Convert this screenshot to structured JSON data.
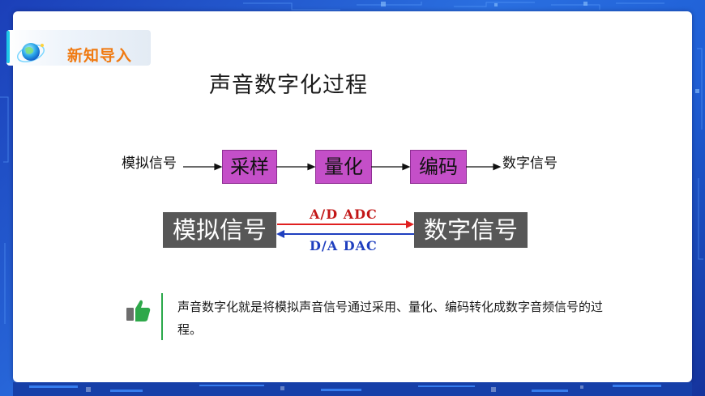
{
  "section": {
    "title": "新知导入"
  },
  "slide": {
    "title": "声音数字化过程",
    "flow": {
      "input_label": "模拟信号",
      "steps": [
        "采样",
        "量化",
        "编码"
      ],
      "output_label": "数字信号"
    },
    "conversion": {
      "left_label": "模拟信号",
      "right_label": "数字信号",
      "forward_label": "A/D   ADC",
      "backward_label": "D/A   DAC",
      "forward_color": "#e02020",
      "backward_color": "#1f3fbf"
    },
    "note": {
      "text": "声音数字化就是将模拟声音信号通过采用、量化、编码转化成数字音频信号的过程。",
      "icon": "thumbs-up-icon"
    }
  },
  "colors": {
    "accent_orange": "#f07a12",
    "step_box": "#c44fc8",
    "signal_box": "#575757",
    "note_bar": "#2aa84a"
  }
}
